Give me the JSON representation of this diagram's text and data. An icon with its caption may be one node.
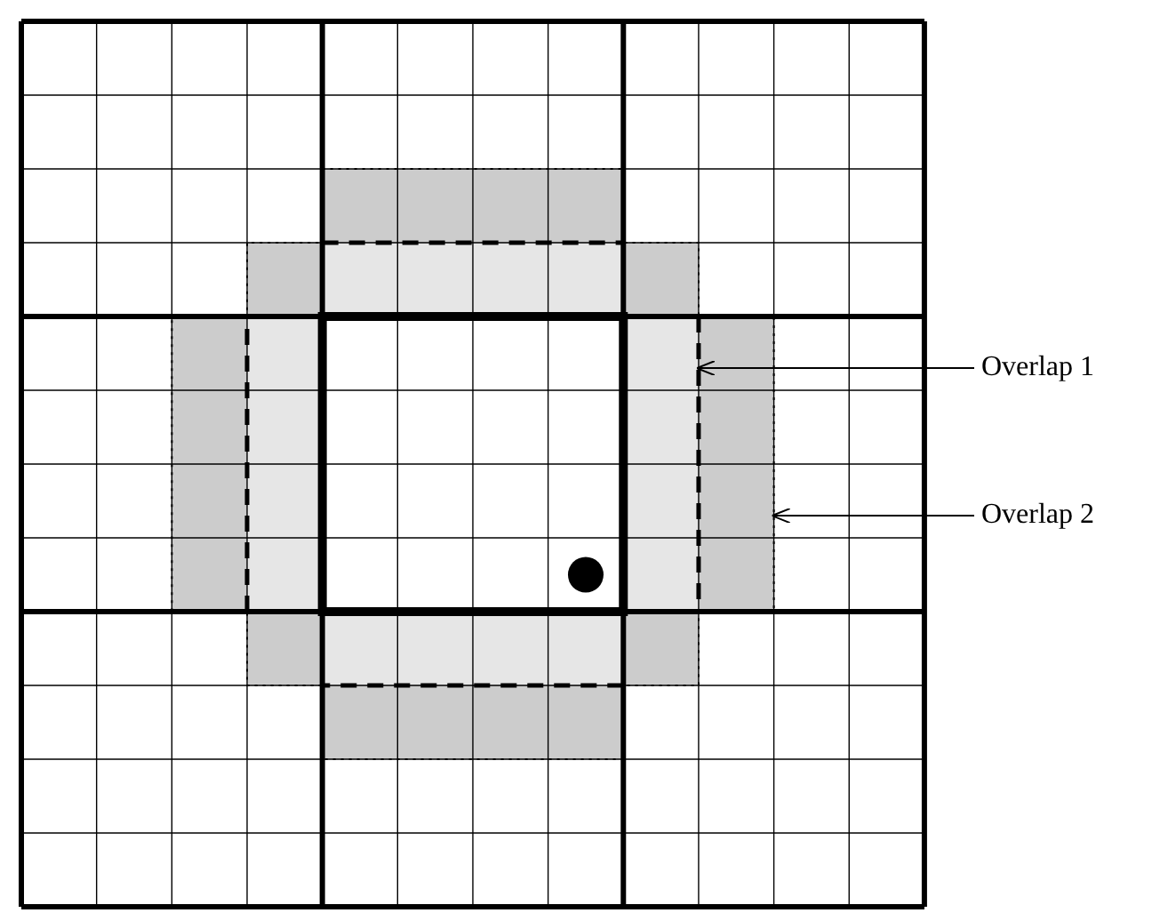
{
  "diagram": {
    "nodes": [
      {
        "text": [
          "Overlap 1"
        ]
      },
      {
        "text": [
          "Overlap 2"
        ]
      },
      {
        "text": [],
        "shape": "box",
        "in": 3
      },
      {
        "text": [],
        "shape": "box"
      }
    ],
    "edges": [
      {
        "from": 0,
        "to": 2,
        "arrow": "to"
      },
      {
        "from": 1,
        "to": 3,
        "arrow": "to"
      }
    ]
  }
}
